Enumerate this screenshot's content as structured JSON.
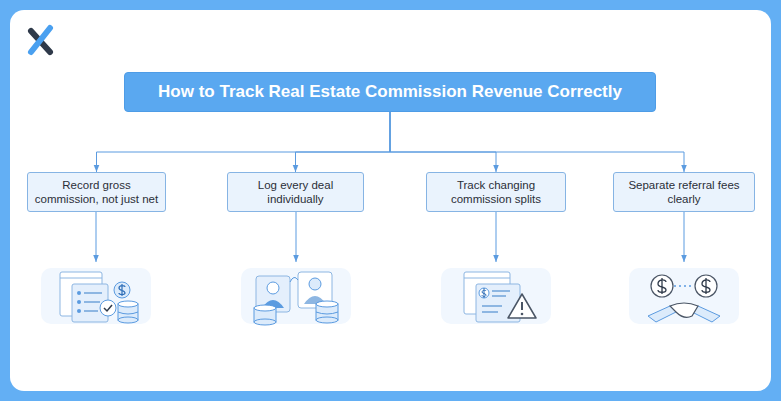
{
  "diagram": {
    "nodes": [
      {
        "text": [
          "How to Track Real Estate Commission Revenue Correctly"
        ]
      },
      {
        "text": [
          "Record gross commission, not just net"
        ]
      },
      {
        "text": [
          "Log every deal individually"
        ]
      },
      {
        "text": [
          "Track changing commission splits"
        ]
      },
      {
        "text": [
          "Separate referral fees clearly"
        ]
      }
    ],
    "edges": [
      {
        "from": 0,
        "to": 1,
        "arrow": "to"
      },
      {
        "from": 0,
        "to": 2,
        "arrow": "to"
      },
      {
        "from": 0,
        "to": 3,
        "arrow": "to"
      },
      {
        "from": 0,
        "to": 4,
        "arrow": "to"
      }
    ]
  }
}
